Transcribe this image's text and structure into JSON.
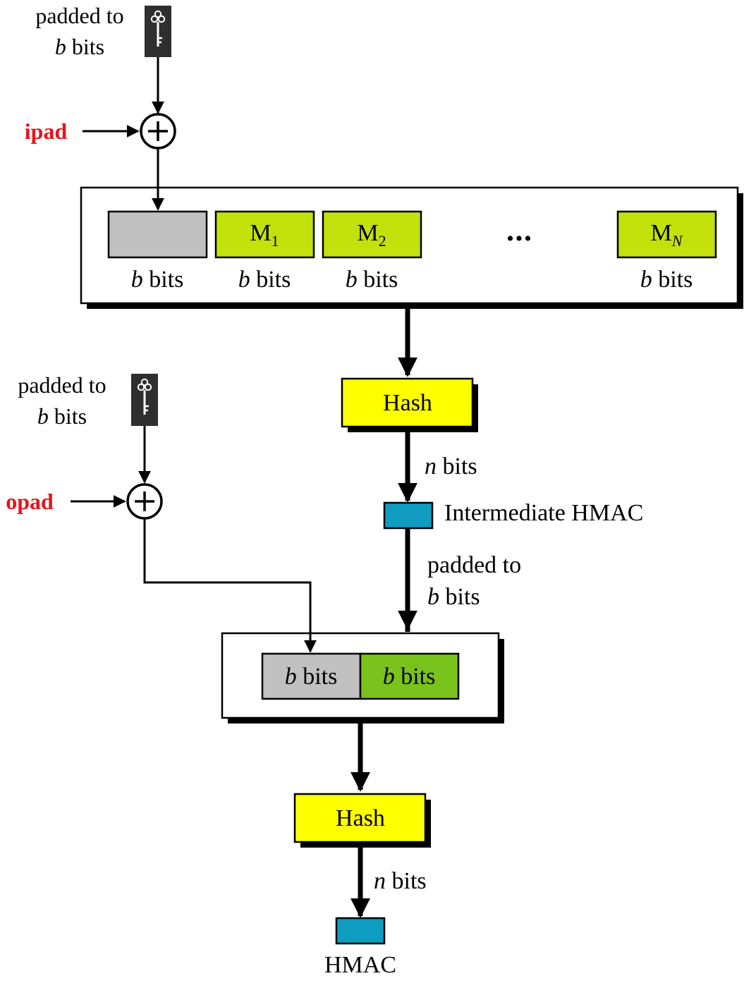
{
  "key_top": {
    "line1": "padded to",
    "line2_italic": "b",
    "line2_rest": " bits"
  },
  "ipad_label": "ipad",
  "blocks": {
    "m1": {
      "base": "M",
      "sub": "1"
    },
    "m2": {
      "base": "M",
      "sub": "2"
    },
    "ellipsis": "•••",
    "mn": {
      "base": "M",
      "sub": "N"
    },
    "size_italic": "b",
    "size_rest": " bits"
  },
  "hash_top": "Hash",
  "n_bits_top": {
    "italic": "n",
    "rest": " bits"
  },
  "intermediate_label": "Intermediate HMAC",
  "padded_mid": {
    "line1": "padded to",
    "line2_italic": "b",
    "line2_rest": " bits"
  },
  "key_bottom": {
    "line1": "padded to",
    "line2_italic": "b",
    "line2_rest": " bits"
  },
  "opad_label": "opad",
  "lower_blocks": {
    "left_italic": "b",
    "left_rest": " bits",
    "right_italic": "b",
    "right_rest": " bits"
  },
  "hash_bottom": "Hash",
  "n_bits_bottom": {
    "italic": "n",
    "rest": " bits"
  },
  "hmac_label": "HMAC",
  "colors": {
    "gray_block": "#c0c0c0",
    "message_block": "#c3e10b",
    "green_block": "#7ac21c",
    "hash_box": "#ffff00",
    "hmac_box": "#0e9cc0",
    "pad_label": "#e8141c",
    "key_bg": "#2f2f2f"
  }
}
